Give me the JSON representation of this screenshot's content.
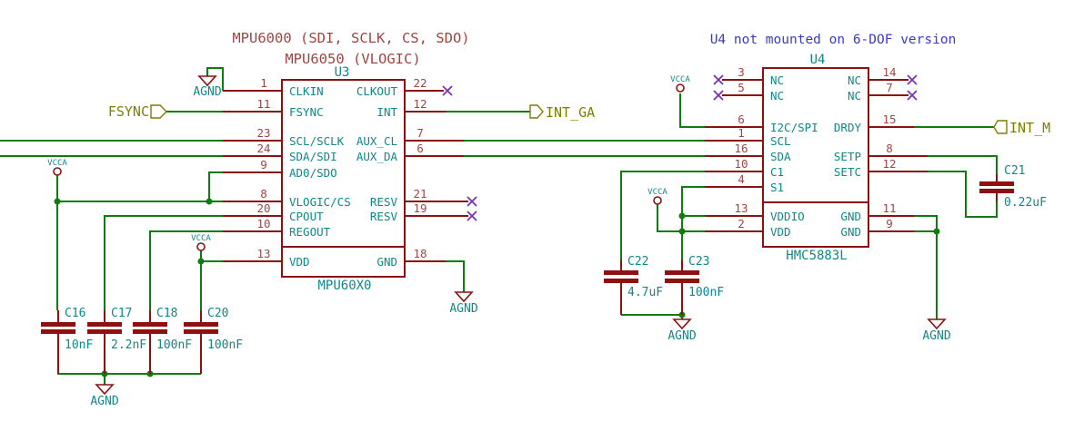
{
  "titles": {
    "u3_line1": "MPU6000 (SDI, SCLK, CS, SDO)",
    "u3_line2": "MPU6050 (VLOGIC)",
    "u4_note": "U4 not mounted on 6-DOF version"
  },
  "components": {
    "u3": {
      "ref": "U3",
      "value": "MPU60X0",
      "left_pins": [
        {
          "num": "1",
          "name": "CLKIN"
        },
        {
          "num": "11",
          "name": "FSYNC"
        },
        {
          "num": "23",
          "name": "SCL/SCLK"
        },
        {
          "num": "24",
          "name": "SDA/SDI"
        },
        {
          "num": "9",
          "name": "AD0/SDO"
        },
        {
          "num": "8",
          "name": "VLOGIC/CS"
        },
        {
          "num": "20",
          "name": "CPOUT"
        },
        {
          "num": "10",
          "name": "REGOUT"
        },
        {
          "num": "13",
          "name": "VDD"
        }
      ],
      "right_pins": [
        {
          "num": "22",
          "name": "CLKOUT"
        },
        {
          "num": "12",
          "name": "INT"
        },
        {
          "num": "7",
          "name": "AUX_CL"
        },
        {
          "num": "6",
          "name": "AUX_DA"
        },
        {
          "num": "21",
          "name": "RESV"
        },
        {
          "num": "19",
          "name": "RESV"
        },
        {
          "num": "18",
          "name": "GND"
        }
      ]
    },
    "u4": {
      "ref": "U4",
      "value": "HMC5883L",
      "left_pins": [
        {
          "num": "3",
          "name": "NC"
        },
        {
          "num": "5",
          "name": "NC"
        },
        {
          "num": "6",
          "name": "I2C/SPI"
        },
        {
          "num": "1",
          "name": "SCL"
        },
        {
          "num": "16",
          "name": "SDA"
        },
        {
          "num": "10",
          "name": "C1"
        },
        {
          "num": "4",
          "name": "S1"
        },
        {
          "num": "13",
          "name": "VDDIO"
        },
        {
          "num": "2",
          "name": "VDD"
        }
      ],
      "right_pins": [
        {
          "num": "14",
          "name": "NC"
        },
        {
          "num": "7",
          "name": "NC"
        },
        {
          "num": "15",
          "name": "DRDY"
        },
        {
          "num": "8",
          "name": "SETP"
        },
        {
          "num": "12",
          "name": "SETC"
        },
        {
          "num": "11",
          "name": "GND"
        },
        {
          "num": "9",
          "name": "GND"
        }
      ]
    }
  },
  "capacitors": [
    {
      "ref": "C16",
      "value": "10nF"
    },
    {
      "ref": "C17",
      "value": "2.2nF"
    },
    {
      "ref": "C18",
      "value": "100nF"
    },
    {
      "ref": "C20",
      "value": "100nF"
    },
    {
      "ref": "C21",
      "value": "0.22uF"
    },
    {
      "ref": "C22",
      "value": "4.7uF"
    },
    {
      "ref": "C23",
      "value": "100nF"
    }
  ],
  "net_labels": {
    "fsync": "FSYNC",
    "int_ga": "INT_GA",
    "int_m": "INT_M"
  },
  "power": {
    "agnd": "AGND",
    "vcca": "VCCA"
  },
  "colors": {
    "wire_green": "#0e7d0e",
    "outline_red": "#8a1212",
    "pin_number_red": "#a04545",
    "text_teal": "#0e8888",
    "net_label_olive": "#7e7e00",
    "note_blue": "#3a3ac8",
    "no_connect_purple": "#7a2fb4",
    "background": "#ffffff"
  }
}
